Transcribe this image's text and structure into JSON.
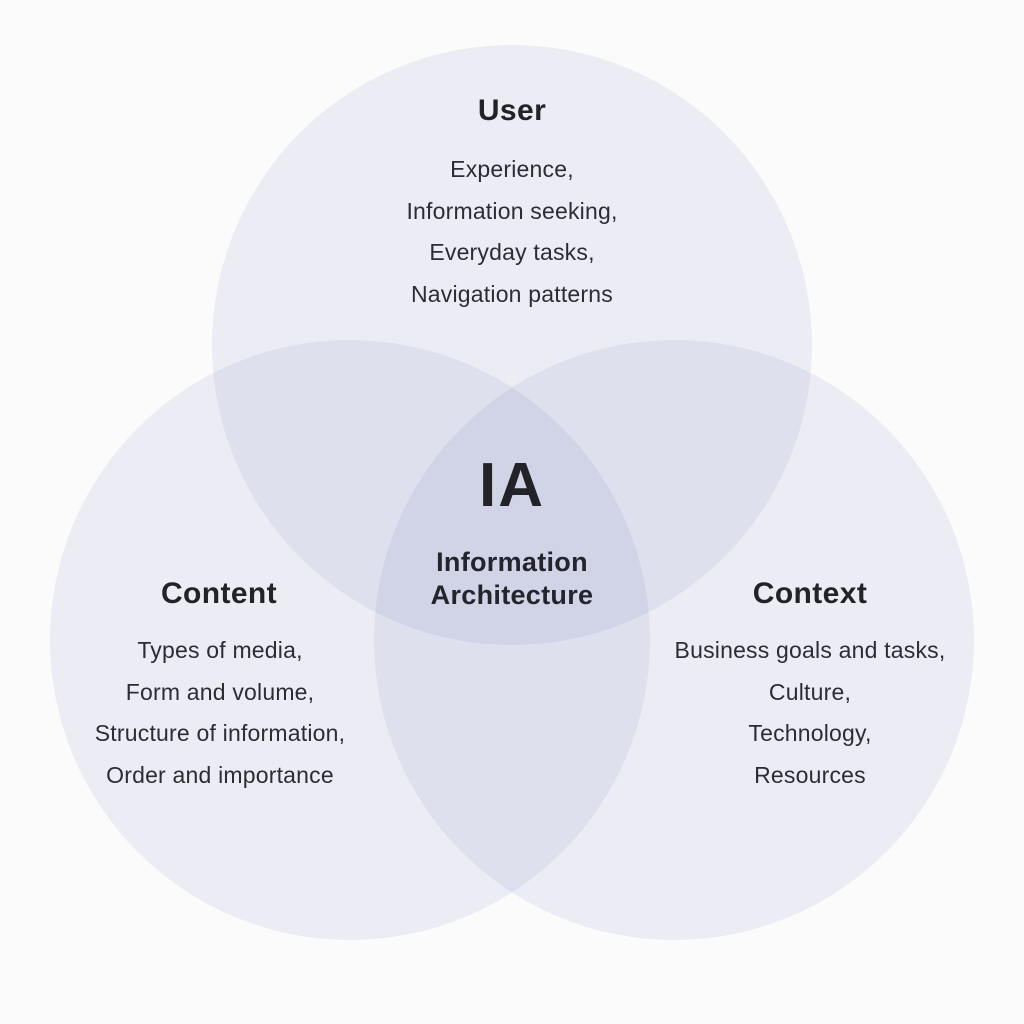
{
  "diagram": {
    "type": "venn",
    "center": {
      "abbr": "IA",
      "name_line1": "Information",
      "name_line2": "Architecture"
    },
    "circles": [
      {
        "id": "user",
        "label": "User",
        "items": [
          "Experience,",
          "Information seeking,",
          "Everyday tasks,",
          "Navigation patterns"
        ]
      },
      {
        "id": "content",
        "label": "Content",
        "items": [
          "Types of media,",
          "Form and volume,",
          "Structure of information,",
          "Order and importance"
        ]
      },
      {
        "id": "context",
        "label": "Context",
        "items": [
          "Business goals and tasks,",
          "Culture,",
          "Technology,",
          "Resources"
        ]
      }
    ],
    "colors": {
      "background": "#fbfbfb",
      "circle_fill": "#f0f1f8",
      "overlap_double": "#e3e6f1",
      "overlap_triple": "#d7dbec",
      "text": "#27272f"
    }
  }
}
